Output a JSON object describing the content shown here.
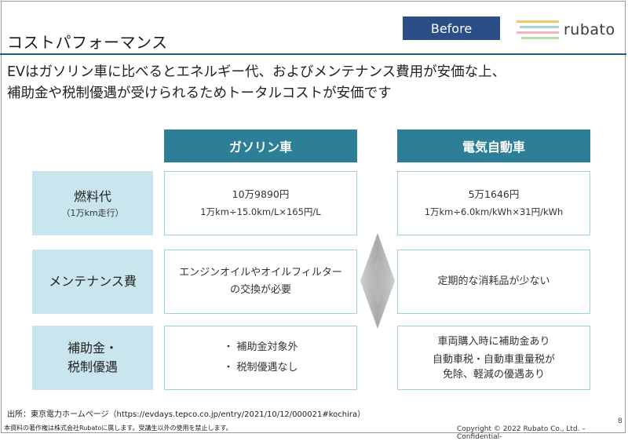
{
  "header": {
    "title": "コストパフォーマンス",
    "badge": "Before",
    "logo_text": "rubato"
  },
  "lead": {
    "line1": "EVはガソリン車に比べるとエネルギー代、およびメンテナンス費用が安価な上、",
    "line2": "補助金や税制優遇が受けられるためトータルコストが安価です"
  },
  "table": {
    "columns": [
      "ガソリン車",
      "電気自動車"
    ],
    "rows": [
      {
        "label": "燃料代",
        "sublabel": "（1万km走行）",
        "gasoline": {
          "value": "10万9890円",
          "detail": "1万km÷15.0km/L×165円/L"
        },
        "ev": {
          "value": "5万1646円",
          "detail": "1万km÷6.0km/kWh×31円/kWh"
        }
      },
      {
        "label": "メンテナンス費",
        "gasoline": {
          "line1": "エンジンオイルやオイルフィルター",
          "line2": "の交換が必要"
        },
        "ev": {
          "line1": "定期的な消耗品が少ない"
        }
      },
      {
        "label_line1": "補助金・",
        "label_line2": "税制優遇",
        "gasoline": {
          "bullets": [
            "補助金対象外",
            "税制優遇なし"
          ]
        },
        "ev": {
          "line1": "車両購入時に補助金あり",
          "line2": "自動車税・自動車重量税が",
          "line3": "免除、軽減の優遇あり"
        }
      }
    ]
  },
  "footer": {
    "source": "出所：東京電力ホームページ（https://evdays.tepco.co.jp/entry/2021/10/12/000021#kochira）",
    "note": "本資料の著作権は株式会社Rubatoに属します。受講生以外の使用を禁止します。",
    "copyright": "Copyright © 2022 Rubato Co., Ltd. –Confidential-",
    "page": "8"
  },
  "colors": {
    "header_bg": "#2d7f97",
    "label_bg": "#c9e6ee",
    "badge_bg": "#2b4e86",
    "rule": "#1f5a80"
  }
}
